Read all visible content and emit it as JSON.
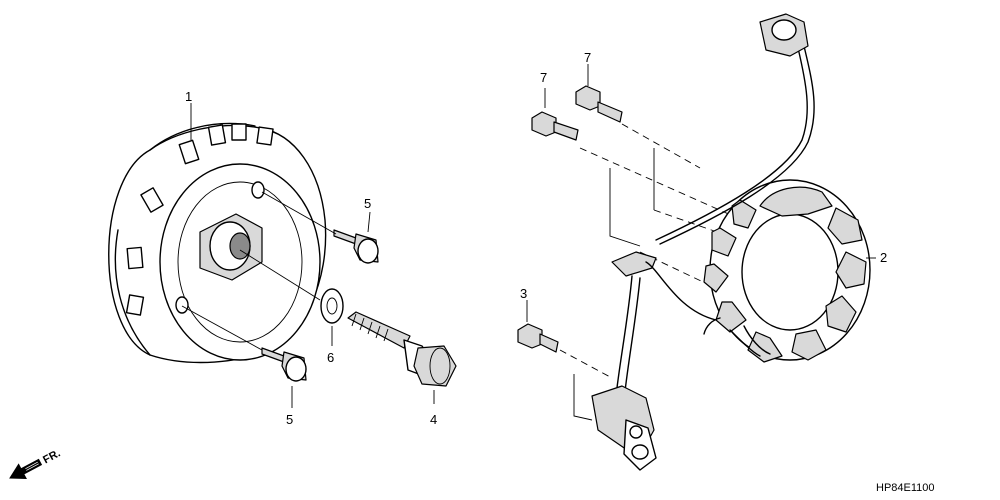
{
  "callouts": [
    {
      "id": "1",
      "label": "1"
    },
    {
      "id": "2",
      "label": "2"
    },
    {
      "id": "3",
      "label": "3"
    },
    {
      "id": "4",
      "label": "4"
    },
    {
      "id": "5a",
      "label": "5"
    },
    {
      "id": "5b",
      "label": "5"
    },
    {
      "id": "6",
      "label": "6"
    },
    {
      "id": "7a",
      "label": "7"
    },
    {
      "id": "7b",
      "label": "7"
    }
  ],
  "direction_indicator": {
    "label": "FR.",
    "icon": "front-arrow-icon"
  },
  "diagram_code": "HP84E1100"
}
